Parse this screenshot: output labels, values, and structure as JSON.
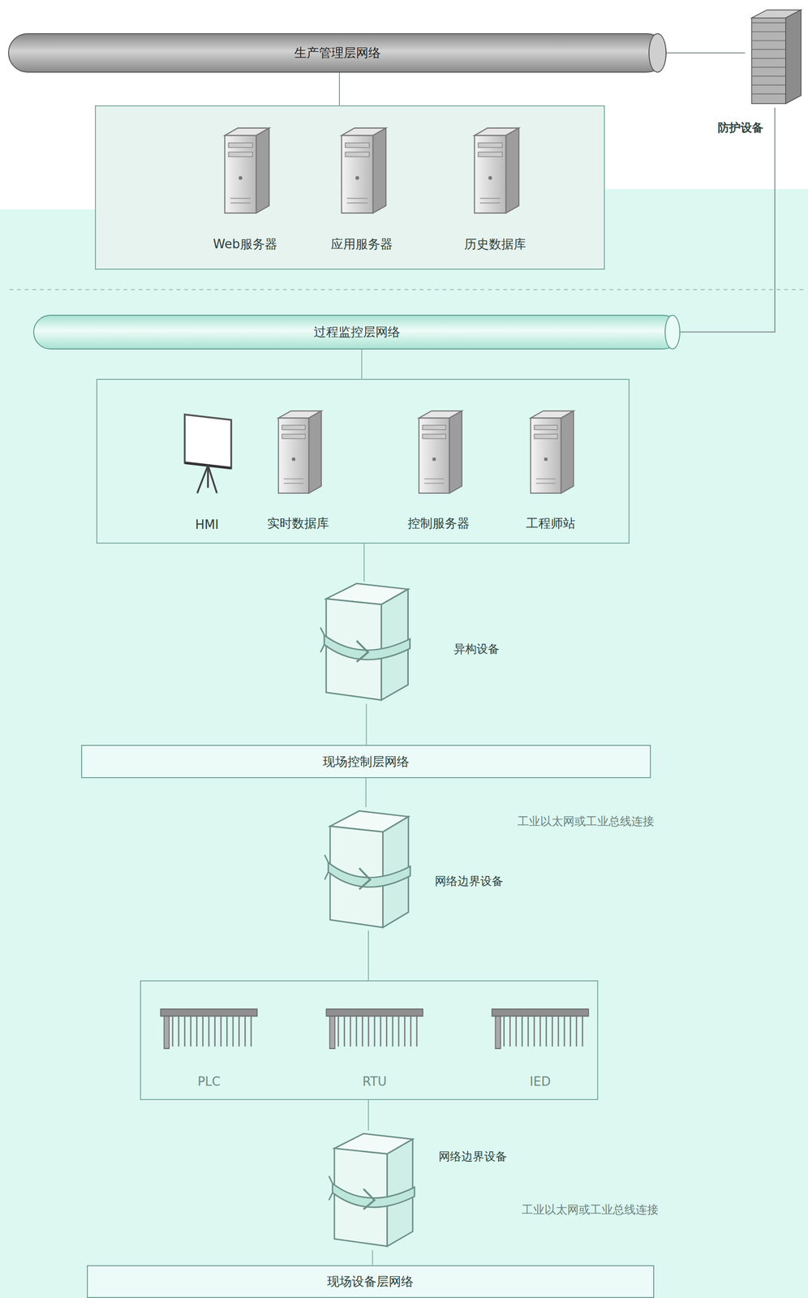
{
  "diagram": {
    "nodes": [
      {
        "text": [
          "生产管理层网络"
        ]
      },
      {
        "text": [
          "防护设备"
        ]
      },
      {
        "text": [
          "Web服务器"
        ]
      },
      {
        "text": [
          "应用服务器"
        ]
      },
      {
        "text": [
          "历史数据库"
        ]
      },
      {
        "text": [
          "过程监控层网络"
        ]
      },
      {
        "text": [
          "HMI"
        ]
      },
      {
        "text": [
          "实时数据库"
        ]
      },
      {
        "text": [
          "控制服务器"
        ]
      },
      {
        "text": [
          "工程师站"
        ]
      },
      {
        "text": [
          "异构设备"
        ]
      },
      {
        "text": [
          "现场控制层网络"
        ]
      },
      {
        "text": [
          "网络边界设备"
        ]
      },
      {
        "text": [
          "PLC"
        ]
      },
      {
        "text": [
          "RTU"
        ]
      },
      {
        "text": [
          "IED"
        ]
      },
      {
        "text": [
          "网络边界设备"
        ]
      },
      {
        "text": [
          "现场设备层网络"
        ]
      }
    ],
    "edges": [
      {
        "from": 0,
        "to": 1,
        "arrow": "none"
      },
      {
        "from": 1,
        "to": 5,
        "arrow": "none"
      },
      {
        "from": 10,
        "to": 11,
        "arrow": "none"
      },
      {
        "from": 11,
        "to": 12,
        "arrow": "none"
      },
      {
        "from": 16,
        "to": 17,
        "arrow": "none"
      }
    ],
    "labels": [
      "工业以太网或工业总线连接",
      "工业以太网或工业总线连接"
    ]
  }
}
